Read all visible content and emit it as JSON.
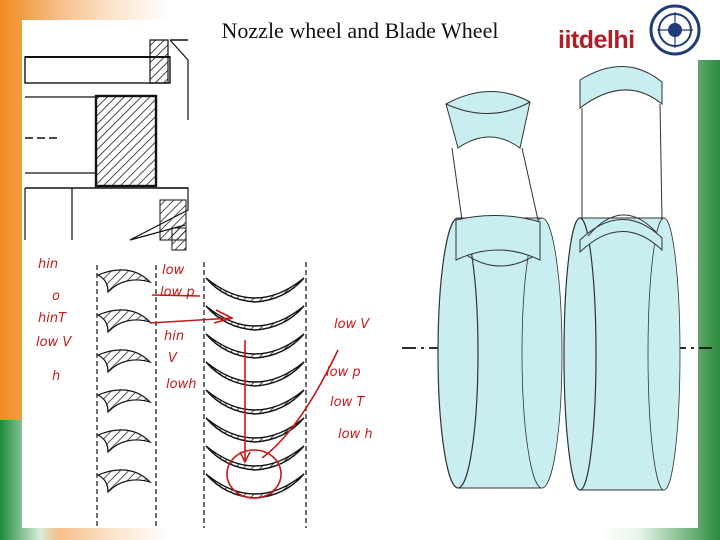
{
  "slide": {
    "title": "Nozzle wheel and Blade Wheel"
  },
  "logo": {
    "text": "iitdelhi",
    "brand_color": "#b01e23"
  },
  "annotations": {
    "left_column": [
      "hin",
      "o",
      "hinT",
      "low V",
      "h"
    ],
    "middle_column": [
      "low",
      "low p",
      "hin",
      "V",
      "lowh"
    ],
    "right_column": [
      "low V",
      "low p",
      "low T",
      "low h"
    ]
  },
  "colors": {
    "accent_orange": "#f08a1c",
    "accent_green": "#1d8a3a",
    "ink_red": "#c81818",
    "wheel_cyan": "#c9eef2"
  }
}
